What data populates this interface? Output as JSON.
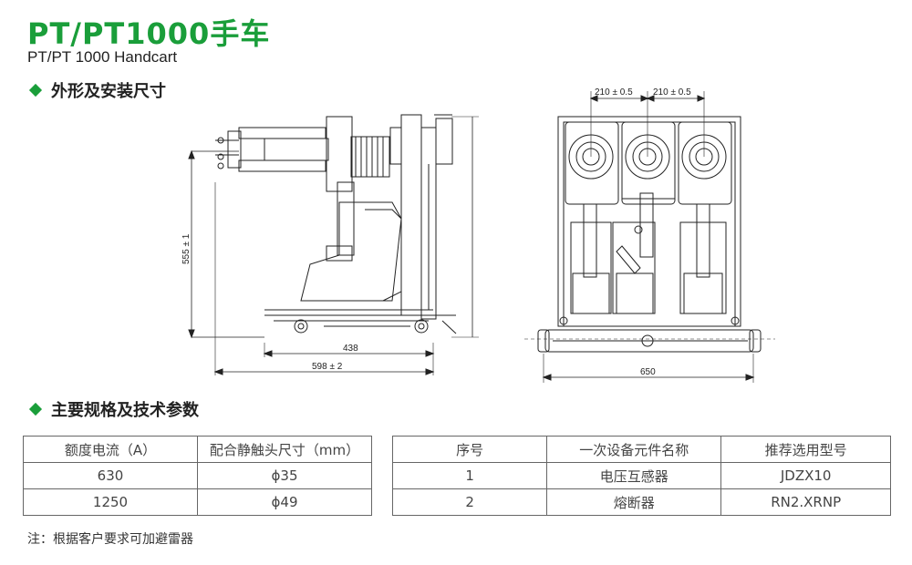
{
  "title": "PT/PT1000手车",
  "subtitle": "PT/PT 1000  Handcart",
  "section_dimensions": "外形及安装尺寸",
  "section_specs": "主要规格及技术参数",
  "drawing": {
    "dim_555": "555 ± 1",
    "dim_438": "438",
    "dim_598": "598 ± 2",
    "dim_210_left": "210 ± 0.5",
    "dim_210_right": "210 ± 0.5",
    "dim_650": "650"
  },
  "table1": {
    "headers": [
      "额度电流（A）",
      "配合静触头尺寸（mm）"
    ],
    "rows": [
      [
        "630",
        "ϕ35"
      ],
      [
        "1250",
        "ϕ49"
      ]
    ]
  },
  "table2": {
    "headers": [
      "序号",
      "一次设备元件名称",
      "推荐选用型号"
    ],
    "rows": [
      [
        "1",
        "电压互感器",
        "JDZX10"
      ],
      [
        "2",
        "熔断器",
        "RN2.XRNP"
      ]
    ]
  },
  "note": "注：根据客户要求可加避雷器",
  "colors": {
    "accent": "#1a9e3a"
  }
}
